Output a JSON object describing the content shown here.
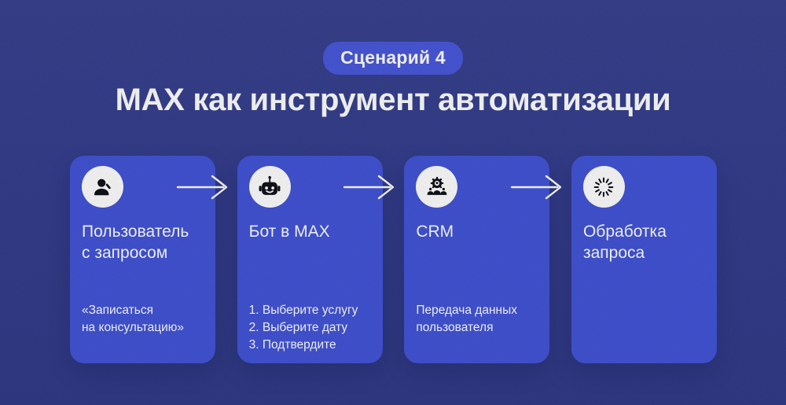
{
  "colors": {
    "background": "#353f8e",
    "card": "#4355d8",
    "badge": "#4a59dc",
    "text": "#ffffff",
    "icon": "#12121a",
    "icon_circle": "#ffffff",
    "arrow": "#ffffff"
  },
  "header": {
    "badge": "Сценарий 4",
    "title": "MAX как инструмент автоматизации"
  },
  "cards": [
    {
      "icon": "user-search-icon",
      "title": "Пользователь\nс запросом",
      "body": "«Записаться\nна консультацию»"
    },
    {
      "icon": "bot-icon",
      "title": "Бот в MAX",
      "body": "1. Выберите услугу\n2. Выберите дату\n3. Подтвердите"
    },
    {
      "icon": "gear-people-icon",
      "title": "CRM",
      "body": "Передача данных\nпользователя"
    },
    {
      "icon": "spinner-icon",
      "title": "Обработка\nзапроса"
    }
  ],
  "arrows": [
    "arrow-right-icon",
    "arrow-right-icon",
    "arrow-right-icon"
  ]
}
